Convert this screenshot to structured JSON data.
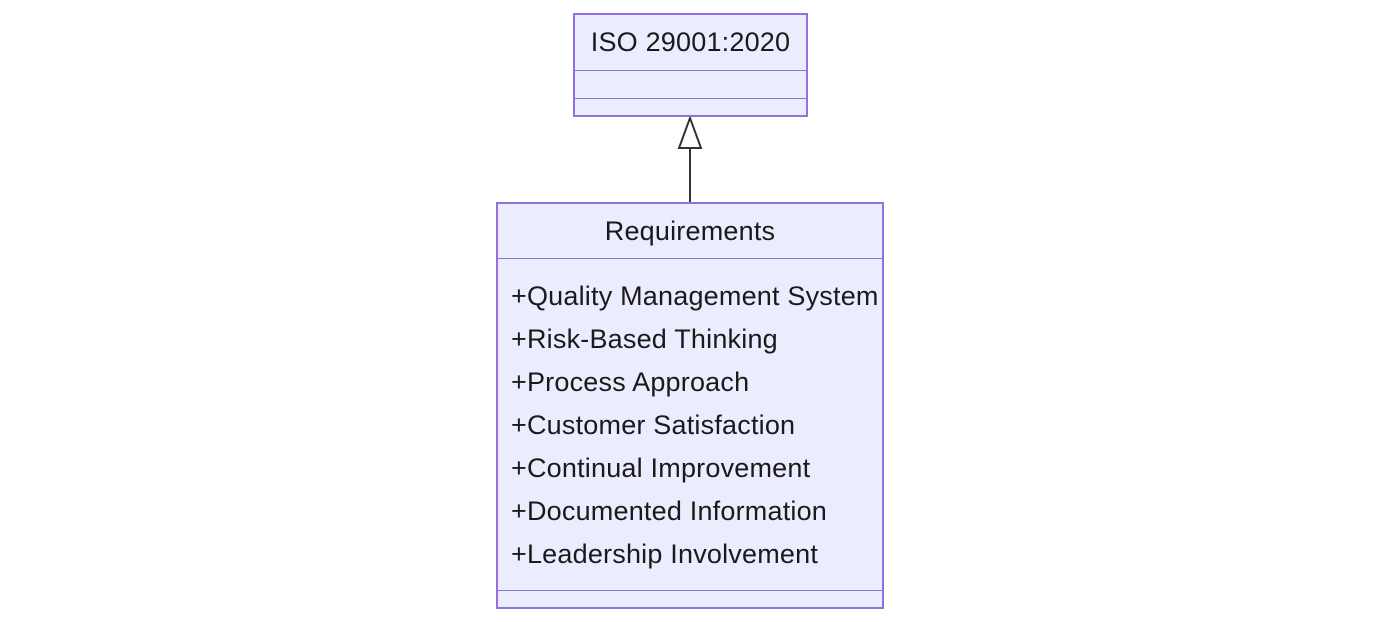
{
  "colors": {
    "node_fill": "#ECECFF",
    "node_border": "#9370DB",
    "edge": "#333333",
    "text": "#1a1a1a",
    "background": "#ffffff"
  },
  "parent_class": {
    "title": "ISO 29001:2020",
    "attributes": [],
    "methods": []
  },
  "child_class": {
    "title": "Requirements",
    "attributes": [
      "+Quality Management System",
      "+Risk-Based Thinking",
      "+Process Approach",
      "+Customer Satisfaction",
      "+Continual Improvement",
      "+Documented Information",
      "+Leadership Involvement"
    ],
    "methods": []
  },
  "relationship": {
    "type": "generalization",
    "from": "Requirements",
    "to": "ISO 29001:2020",
    "arrowhead": "hollow-triangle"
  }
}
